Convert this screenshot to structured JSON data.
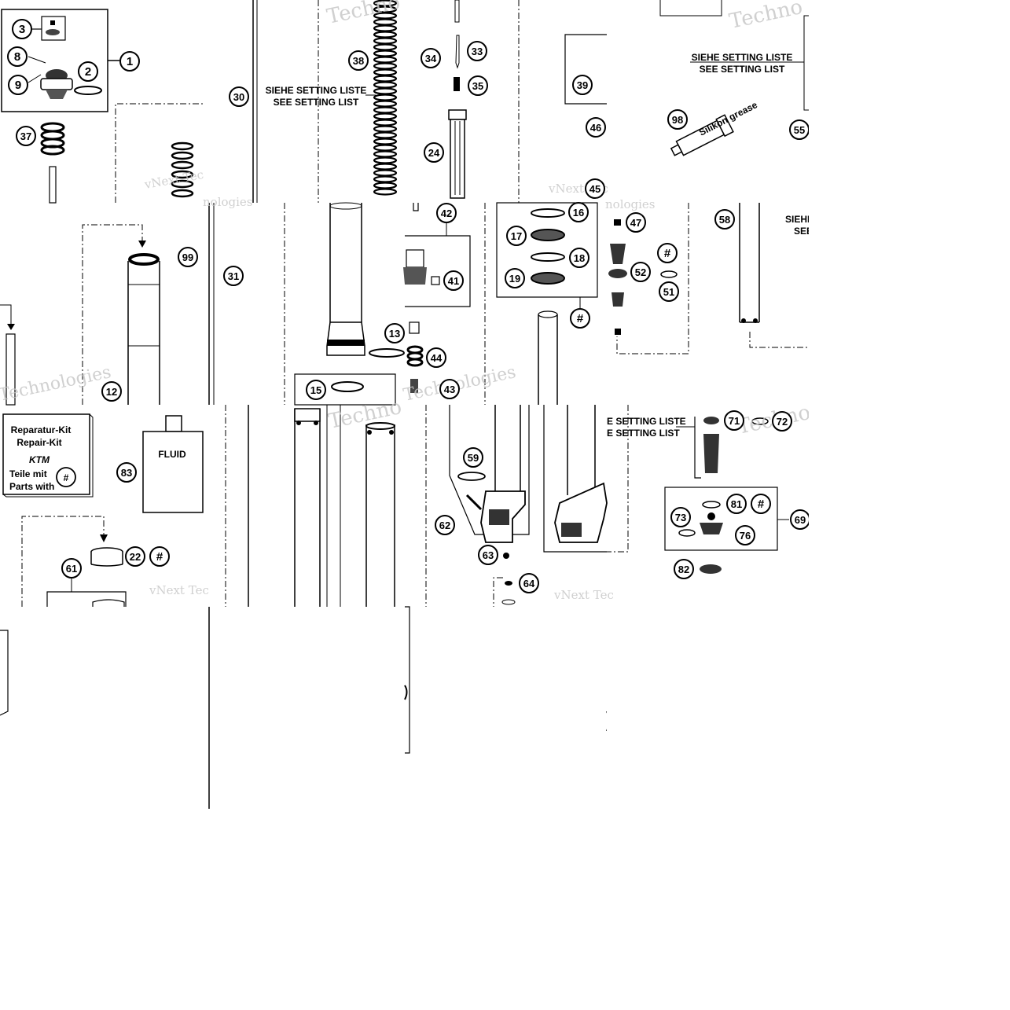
{
  "notes": {
    "setting_de": "SIEHE SETTING LISTE",
    "setting_en": "SEE SETTING LIST",
    "setting_de_short": "SIEHE",
    "setting_en_short": "SEE",
    "setting_de_cut": "E SETTING LISTE",
    "setting_en_cut": "E SETTING LIST"
  },
  "repair_kit": {
    "line1": "Reparatur-Kit",
    "line2": "Repair-Kit",
    "brand": "KTM",
    "line3": "Teile mit",
    "line4": "Parts with",
    "symbol": "#"
  },
  "fluid_label": "FLUID",
  "tube_label": "Silikon grease",
  "watermark": {
    "vnext": "vNext Tec",
    "techno": "Techno",
    "nologies": "nologies",
    "technologies": "Technologies"
  },
  "callouts": [
    "1",
    "2",
    "3",
    "8",
    "9",
    "12",
    "13",
    "15",
    "16",
    "17",
    "18",
    "19",
    "22",
    "24",
    "30",
    "31",
    "33",
    "34",
    "35",
    "37",
    "38",
    "39",
    "41",
    "42",
    "43",
    "44",
    "45",
    "46",
    "47",
    "51",
    "52",
    "55",
    "58",
    "59",
    "61",
    "62",
    "63",
    "64",
    "69",
    "71",
    "72",
    "73",
    "76",
    "81",
    "82",
    "83",
    "98",
    "99",
    "#"
  ]
}
